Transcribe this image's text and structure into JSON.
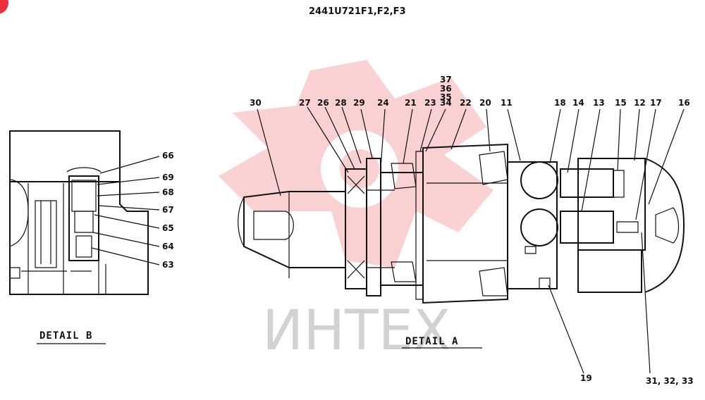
{
  "header": {
    "title": "2441U721F1,F2,F3"
  },
  "watermark": {
    "text": "ИНТЕХ",
    "logo_color": "#e8323c"
  },
  "detail_b": {
    "label": "DETAIL B",
    "callouts": [
      "66",
      "69",
      "68",
      "67",
      "65",
      "64",
      "63"
    ]
  },
  "detail_a": {
    "label": "DETAIL A",
    "callouts_top": [
      "30",
      "27",
      "26",
      "28",
      "29",
      "24",
      "21",
      "23",
      "34",
      "22",
      "20",
      "11",
      "18",
      "14",
      "13",
      "15",
      "12",
      "17",
      "16"
    ],
    "stack_35_37": [
      "37",
      "36",
      "35"
    ],
    "callout_bottom_19": "19",
    "callout_bottom_31": "31, 32, 33"
  },
  "icons": {
    "corner": "corner-badge-icon"
  }
}
